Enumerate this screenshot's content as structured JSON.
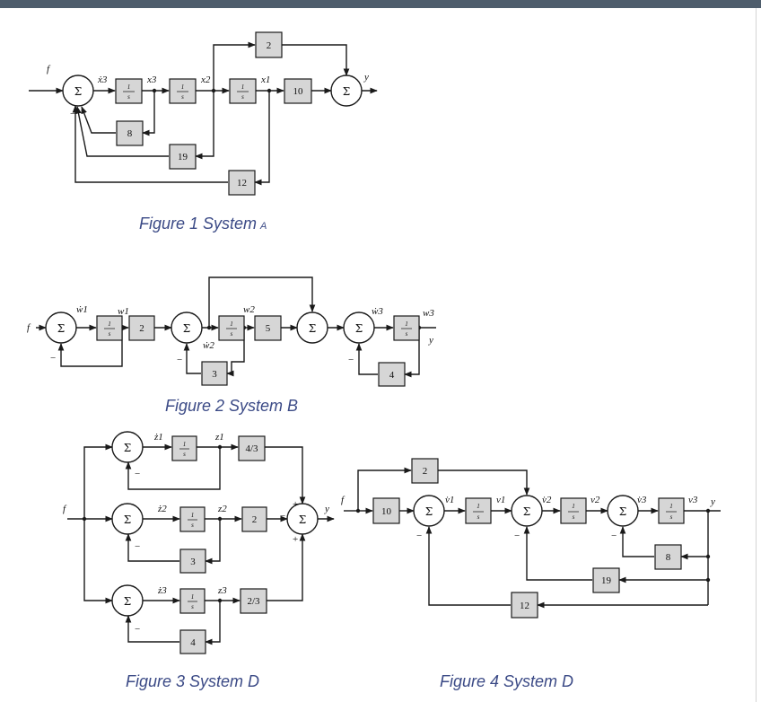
{
  "captions": {
    "fig1_main": "Figure 1 System",
    "fig1_suffix": "A",
    "fig2": "Figure 2 System B",
    "fig3": "Figure 3 System D",
    "fig4": "Figure 4 System D"
  },
  "common": {
    "sum": "Σ",
    "one": "1",
    "s": "s",
    "f": "f",
    "y": "y",
    "minus": "−",
    "plus": "+"
  },
  "fig1": {
    "gains": [
      "2",
      "10",
      "8",
      "19",
      "12"
    ],
    "signals": {
      "x3dot": "ẋ3",
      "x3": "x3",
      "x2": "x2",
      "x1": "x1"
    }
  },
  "fig2": {
    "gains": [
      "2",
      "5",
      "3",
      "4"
    ],
    "signals": {
      "w1dot": "ẇ1",
      "w1": "w1",
      "w2": "w2",
      "w2dot": "ẇ2",
      "w3dot": "ẇ3",
      "w3": "w3"
    }
  },
  "fig3": {
    "gains": [
      "4/3",
      "2",
      "2/3",
      "3",
      "4"
    ],
    "signals": {
      "z1dot": "ż1",
      "z1": "z1",
      "z2dot": "ż2",
      "z2": "z2",
      "z3dot": "ż3",
      "z3": "z3"
    }
  },
  "fig4": {
    "gains": [
      "2",
      "10",
      "8",
      "19",
      "12"
    ],
    "signals": {
      "v1dot": "v̇1",
      "v1": "v1",
      "v2dot": "v̇2",
      "v2": "v2",
      "v3dot": "v̇3",
      "v3": "v3"
    }
  }
}
